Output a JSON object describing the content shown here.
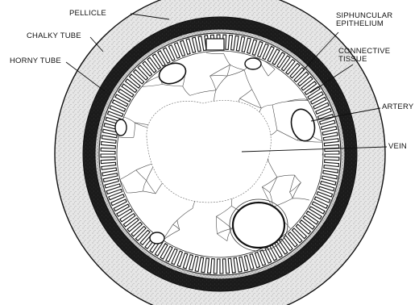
{
  "diagram": {
    "labels": {
      "pellicle": "PELLICLE",
      "chalky_tube": "CHALKY TUBE",
      "horny_tube": "HORNY TUBE",
      "siphuncular_epithelium": [
        "SIPHUNCULAR",
        "EPITHELIUM"
      ],
      "connective_tissue": [
        "CONNECTIVE",
        "TISSUE"
      ],
      "artery": "ARTERY",
      "vein": "VEIN"
    },
    "colors": {
      "ink": "#111111",
      "pellicle_fill": "#e4e4e4",
      "chalky_fill": "#1a1a1a",
      "horny_fill": "#d2d2d2",
      "tissue_fill": "#ffffff"
    }
  }
}
